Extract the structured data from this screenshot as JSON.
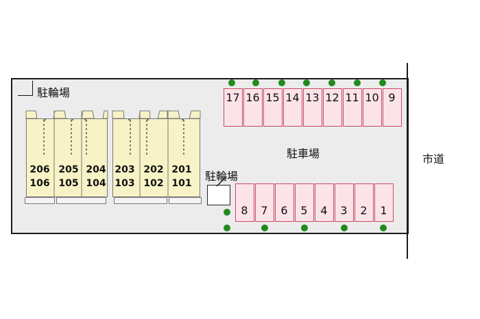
{
  "labels": {
    "bike_parking_1": "駐輪場",
    "bike_parking_2": "駐輪場",
    "car_parking": "駐車場",
    "city_road": "市道"
  },
  "units": [
    {
      "upper": "206",
      "lower": "106"
    },
    {
      "upper": "205",
      "lower": "105"
    },
    {
      "upper": "204",
      "lower": "104"
    },
    {
      "upper": "203",
      "lower": "103"
    },
    {
      "upper": "202",
      "lower": "102"
    },
    {
      "upper": "201",
      "lower": "101"
    }
  ],
  "parking_top": [
    "17",
    "16",
    "15",
    "14",
    "13",
    "12",
    "11",
    "10",
    "9"
  ],
  "parking_bottom": [
    "8",
    "7",
    "6",
    "5",
    "4",
    "3",
    "2",
    "1"
  ],
  "colors": {
    "building_fill": "#f7f3c6",
    "stall_fill": "#fbe3e8",
    "stall_border": "#c84a62",
    "tree": "#1f8a1f",
    "lot_fill": "#ececec"
  }
}
